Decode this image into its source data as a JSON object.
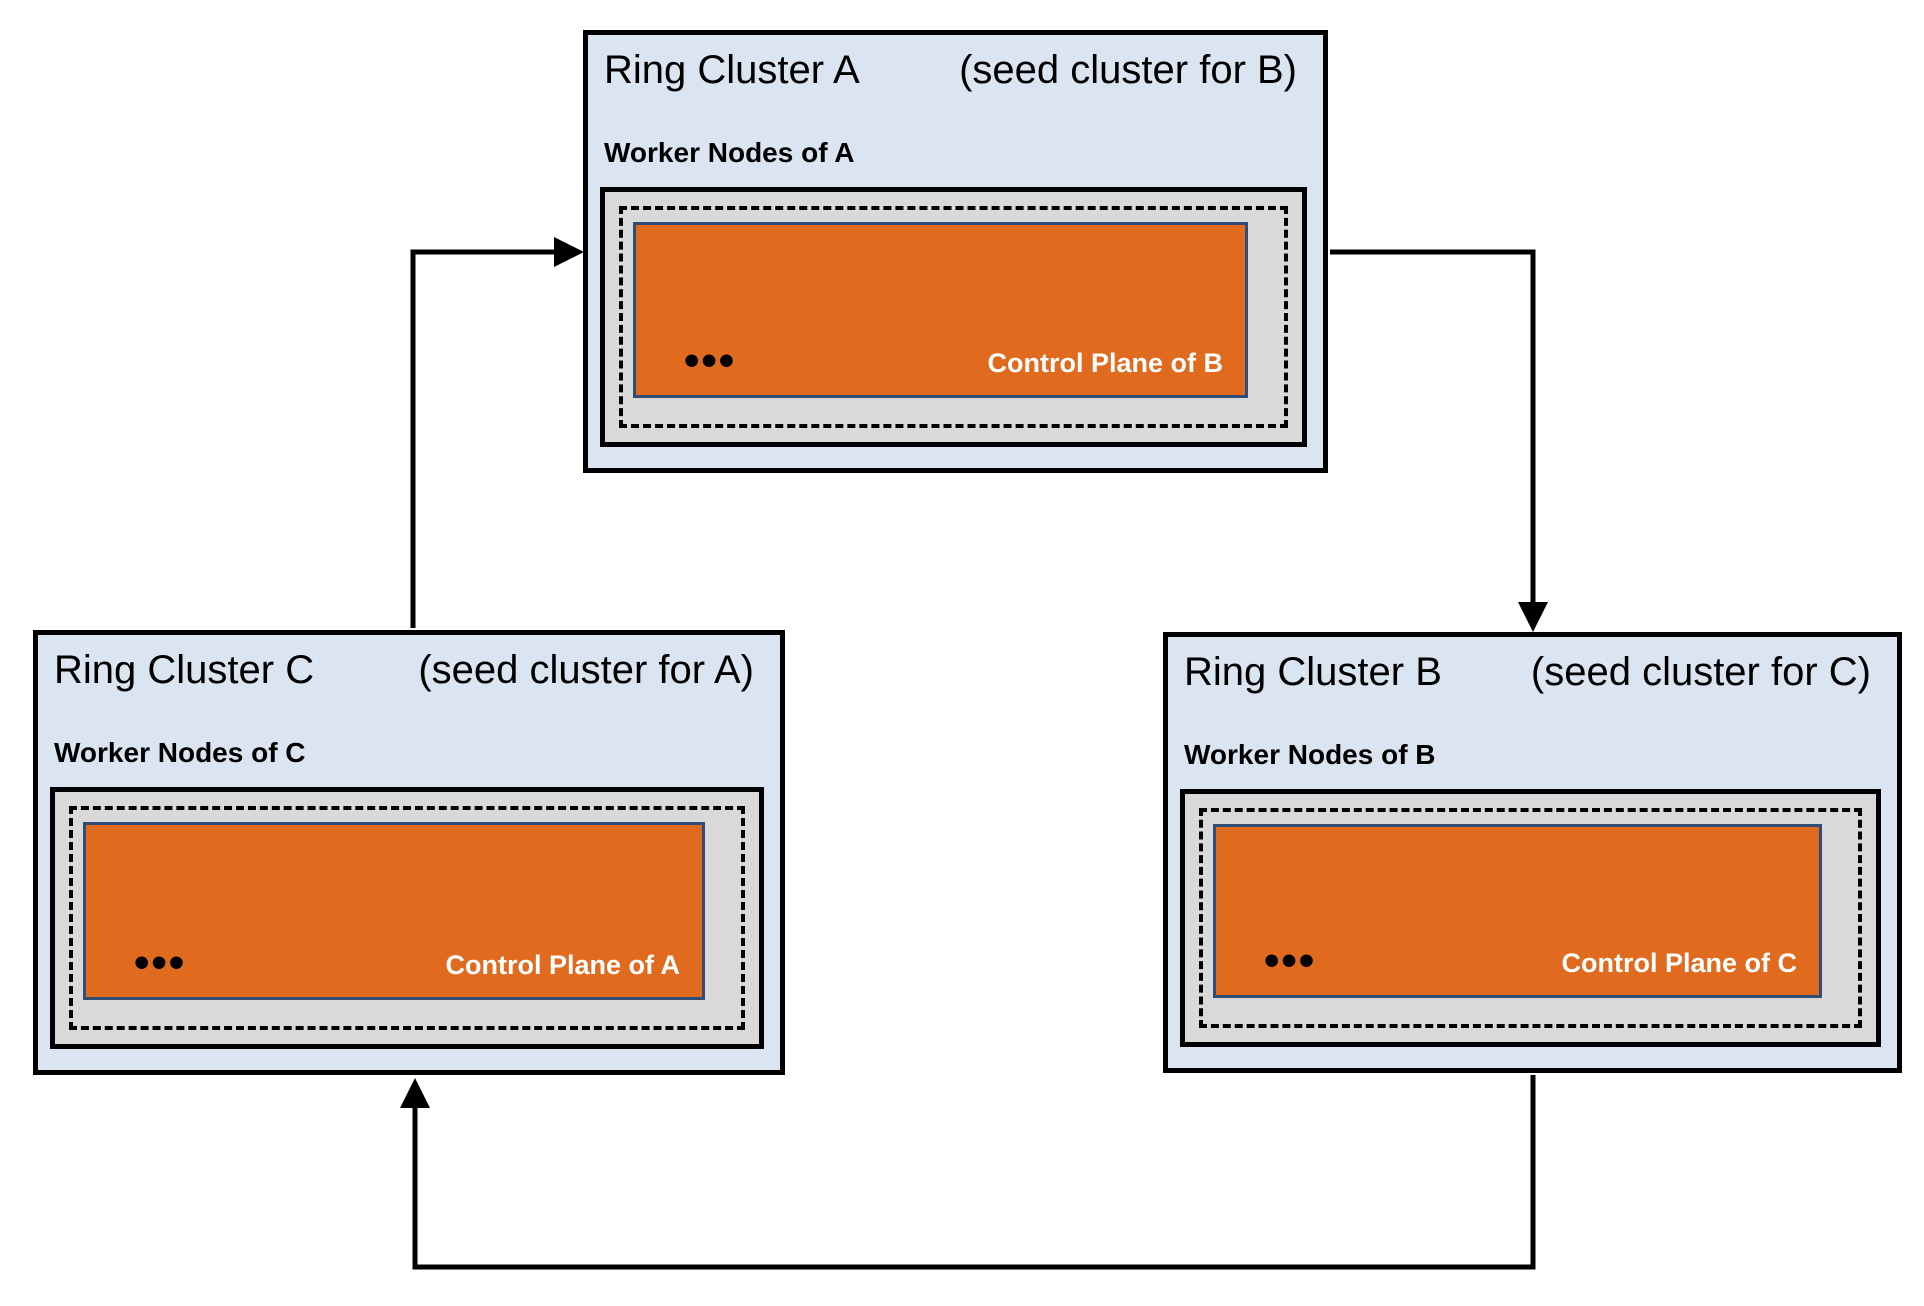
{
  "colors": {
    "cluster_fill": "#dbe5f1",
    "cluster_border": "#000000",
    "worker_group_fill": "#d9d9d9",
    "control_plane_fill": "#e06a1e",
    "control_plane_border": "#2f4d76",
    "control_plane_text": "#ffffff",
    "arrow_color": "#000000",
    "text_color": "#000000"
  },
  "clusters": [
    {
      "id": "A",
      "title": "Ring Cluster A",
      "seed_note": "(seed cluster for B)",
      "worker_label": "Worker Nodes of A",
      "control_plane_label": "Control Plane of B",
      "dots": "•••"
    },
    {
      "id": "C",
      "title": "Ring Cluster C",
      "seed_note": "(seed cluster for A)",
      "worker_label": "Worker Nodes of C",
      "control_plane_label": "Control Plane of A",
      "dots": "•••"
    },
    {
      "id": "B",
      "title": "Ring Cluster B",
      "seed_note": "(seed cluster for C)",
      "worker_label": "Worker Nodes of B",
      "control_plane_label": "Control Plane of C",
      "dots": "•••"
    }
  ],
  "arrows": [
    {
      "name": "arrow-c-to-a",
      "from": "Ring Cluster C",
      "to": "Ring Cluster A"
    },
    {
      "name": "arrow-a-to-b",
      "from": "Ring Cluster A",
      "to": "Ring Cluster B"
    },
    {
      "name": "arrow-b-to-c",
      "from": "Ring Cluster B",
      "to": "Ring Cluster C"
    }
  ]
}
